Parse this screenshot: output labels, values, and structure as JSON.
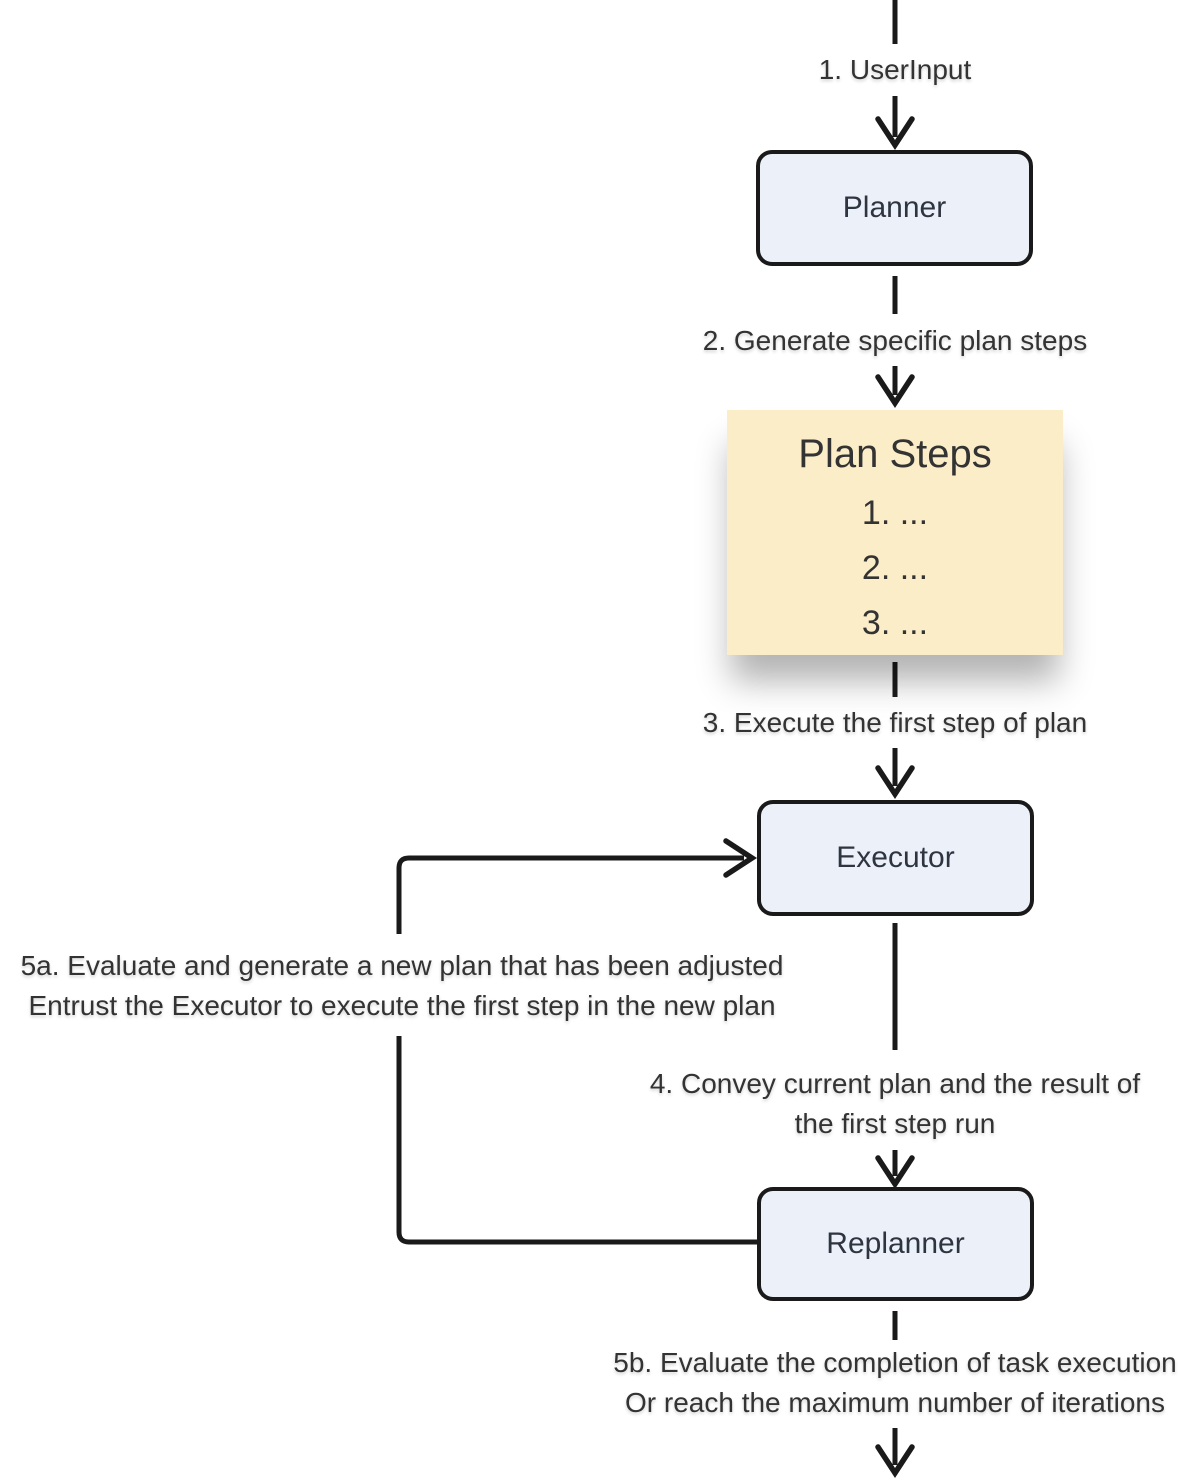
{
  "diagram": {
    "nodes": {
      "planner": "Planner",
      "executor": "Executor",
      "replanner": "Replanner",
      "plan_steps": {
        "title": "Plan Steps",
        "items": [
          "1. ...",
          "2. ...",
          "3. ..."
        ]
      }
    },
    "edge_labels": {
      "step1": "1. UserInput",
      "step2": "2. Generate specific plan steps",
      "step3": "3. Execute the first step of plan",
      "step4_line1": "4. Convey current plan and the result of",
      "step4_line2": "the first step run",
      "step5a_line1": "5a. Evaluate and generate a new plan that has been adjusted",
      "step5a_line2": "Entrust the Executor to execute the first step in the new plan",
      "step5b_line1": "5b. Evaluate the completion of task execution",
      "step5b_line2": "Or reach the maximum number of iterations"
    },
    "colors": {
      "node_fill": "#ECF1F9",
      "node_border": "#1a1a1a",
      "plan_steps_fill": "#FAEDC8",
      "line": "#1a1a1a",
      "text": "#333333"
    }
  }
}
